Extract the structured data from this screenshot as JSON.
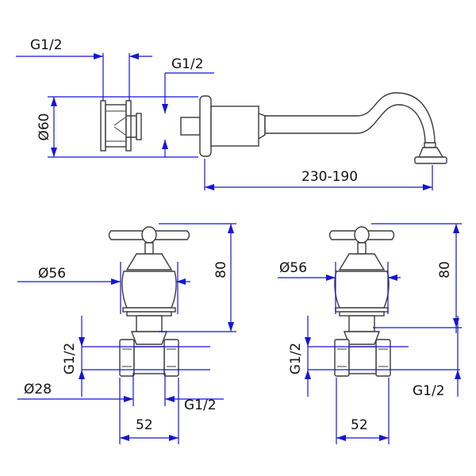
{
  "top_view": {
    "label_g12_left": "G1/2",
    "label_g12_right": "G1/2",
    "label_dia60": "Ø60",
    "label_length": "230-190"
  },
  "bottom_left_view": {
    "label_dia56": "Ø56",
    "label_height": "80",
    "label_g12_vertical": "G1/2",
    "label_dia28": "Ø28",
    "label_g12_bottom": "G1/2",
    "label_width": "52"
  },
  "bottom_right_view": {
    "label_dia56": "Ø56",
    "label_height": "80",
    "label_g12_vertical": "G1/2",
    "label_g12_bottom": "G1/2",
    "label_width": "52"
  },
  "colors": {
    "outline": "#3a3a3a",
    "dimension": "#1515d8",
    "text": "#111111"
  }
}
